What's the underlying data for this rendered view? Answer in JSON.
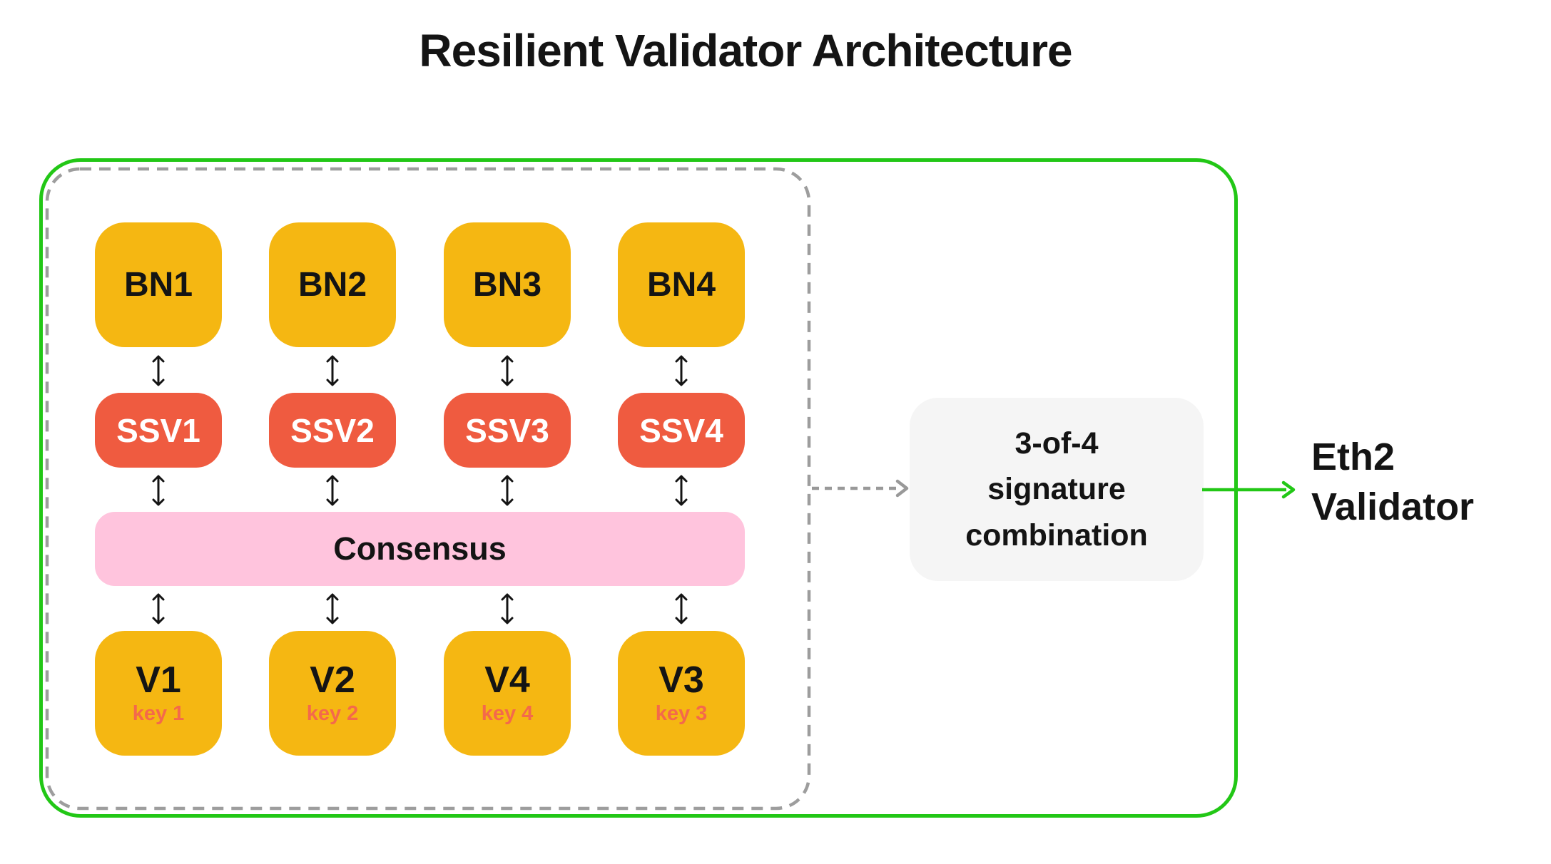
{
  "title": "Resilient Validator Architecture",
  "colors": {
    "yellow": "#F5B712",
    "red": "#EF5B40",
    "pink": "#FFC4DD",
    "green": "#22C716",
    "dashed_gray": "#9D9D9D",
    "panel_gray": "#F5F5F5",
    "ink": "#141414",
    "key_orange": "#F4694B",
    "arrow_gray": "#999999",
    "background": "#FFFFFF"
  },
  "cluster": {
    "beacon_nodes": [
      {
        "label": "BN1"
      },
      {
        "label": "BN2"
      },
      {
        "label": "BN3"
      },
      {
        "label": "BN4"
      }
    ],
    "ssv_nodes": [
      {
        "label": "SSV1"
      },
      {
        "label": "SSV2"
      },
      {
        "label": "SSV3"
      },
      {
        "label": "SSV4"
      }
    ],
    "consensus": {
      "label": "Consensus"
    },
    "validators": [
      {
        "label": "V1",
        "key": "key 1"
      },
      {
        "label": "V2",
        "key": "key 2"
      },
      {
        "label": "V4",
        "key": "key 4"
      },
      {
        "label": "V3",
        "key": "key 3"
      }
    ]
  },
  "combiner": {
    "lines": [
      "3-of-4",
      "signature",
      "combination"
    ]
  },
  "result": {
    "lines": [
      "Eth2",
      "Validator"
    ]
  }
}
